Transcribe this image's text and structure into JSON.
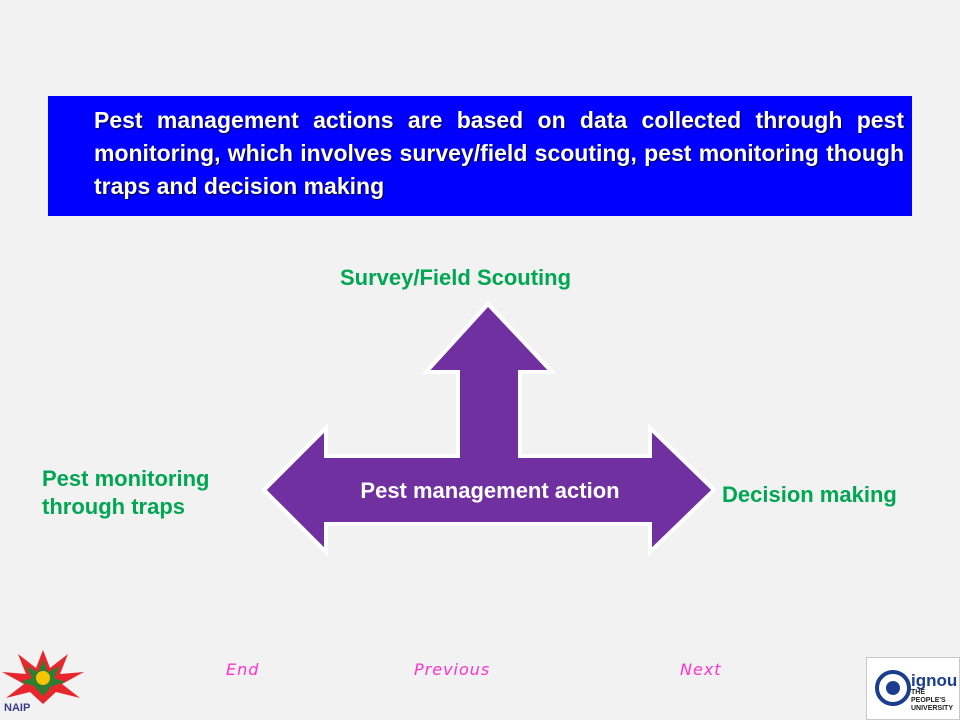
{
  "banner": {
    "text": "Pest management actions are based on data collected through pest monitoring, which involves survey/field scouting, pest monitoring though traps and decision making"
  },
  "diagram": {
    "top_label": "Survey/Field Scouting",
    "left_label": "Pest monitoring through traps",
    "right_label": "Decision making",
    "center_label": "Pest management action",
    "arrow_color": "#7030a0",
    "arrow_border": "#ffffff",
    "label_color": "#00a651"
  },
  "nav": {
    "end": "End",
    "previous": "Previous",
    "next": "Next"
  },
  "logos": {
    "left": "NAIP",
    "right_name": "ignou",
    "right_sub1": "THE PEOPLE'S",
    "right_sub2": "UNIVERSITY"
  }
}
